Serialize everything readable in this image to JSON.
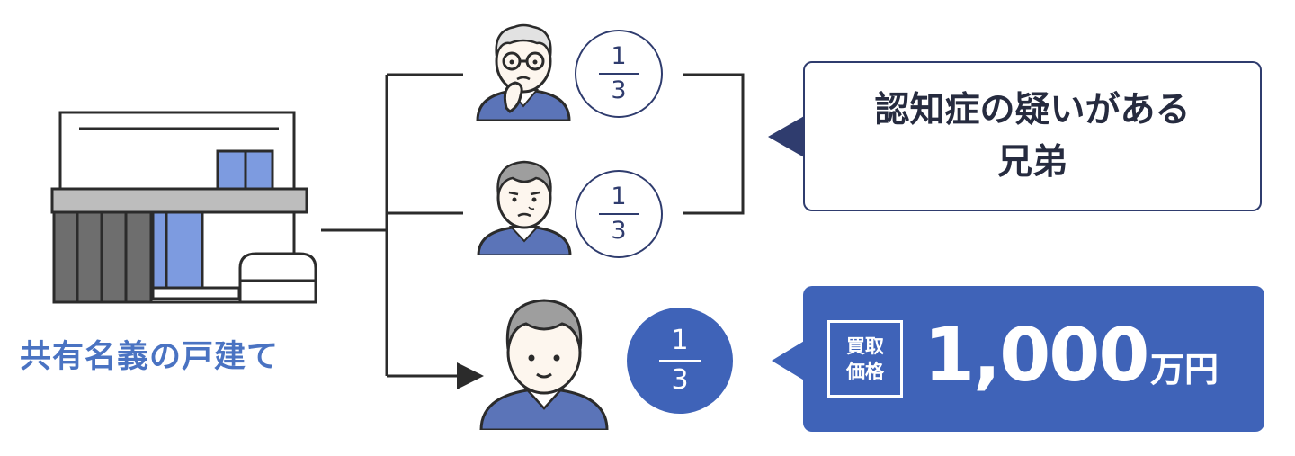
{
  "house": {
    "label": "共有名義の戸建て",
    "icon": "house-icon"
  },
  "owners": [
    {
      "icon": "elderly-man-thinking-icon",
      "share": {
        "numerator": "1",
        "denominator": "3"
      }
    },
    {
      "icon": "worried-man-icon",
      "share": {
        "numerator": "1",
        "denominator": "3"
      }
    },
    {
      "icon": "man-icon",
      "share": {
        "numerator": "1",
        "denominator": "3"
      }
    }
  ],
  "callout": {
    "line1": "認知症の疑いがある",
    "line2": "兄弟"
  },
  "price": {
    "tag_line1": "買取",
    "tag_line2": "価格",
    "value": "1,000",
    "unit": "万円"
  },
  "colors": {
    "navy": "#2f3c6e",
    "blue": "#3f63b8",
    "label_blue": "#4a73c2",
    "house_blue": "#7d9be0",
    "house_gray": "#6e6e6e",
    "sweater": "#5b74b8"
  }
}
